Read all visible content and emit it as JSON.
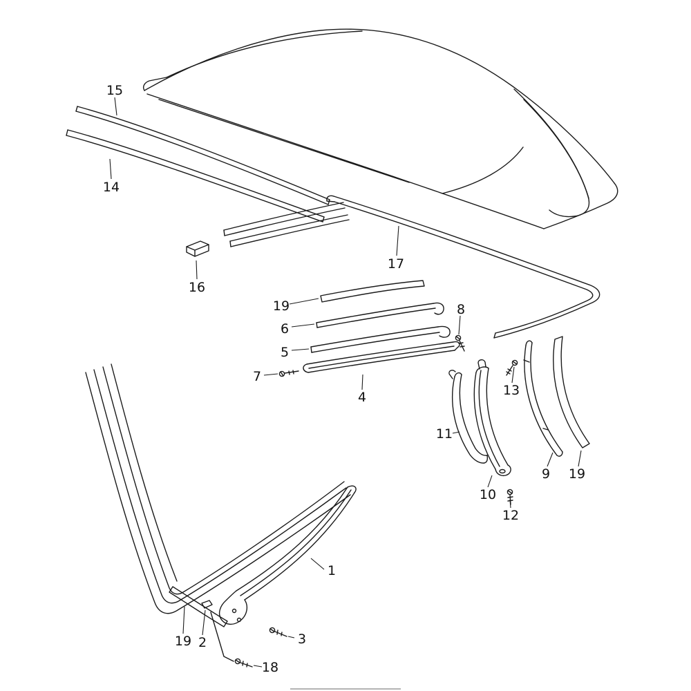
{
  "diagram": {
    "background_color": "#ffffff",
    "line_color": "#1a1a1a",
    "labels": [
      {
        "text": "15"
      },
      {
        "text": "14"
      },
      {
        "text": "16"
      },
      {
        "text": "17"
      },
      {
        "text": "19"
      },
      {
        "text": "6"
      },
      {
        "text": "5"
      },
      {
        "text": "7"
      },
      {
        "text": "4"
      },
      {
        "text": "8"
      },
      {
        "text": "13"
      },
      {
        "text": "11"
      },
      {
        "text": "10"
      },
      {
        "text": "9"
      },
      {
        "text": "19"
      },
      {
        "text": "12"
      },
      {
        "text": "1"
      },
      {
        "text": "19"
      },
      {
        "text": "2"
      },
      {
        "text": "3"
      },
      {
        "text": "18"
      }
    ]
  }
}
